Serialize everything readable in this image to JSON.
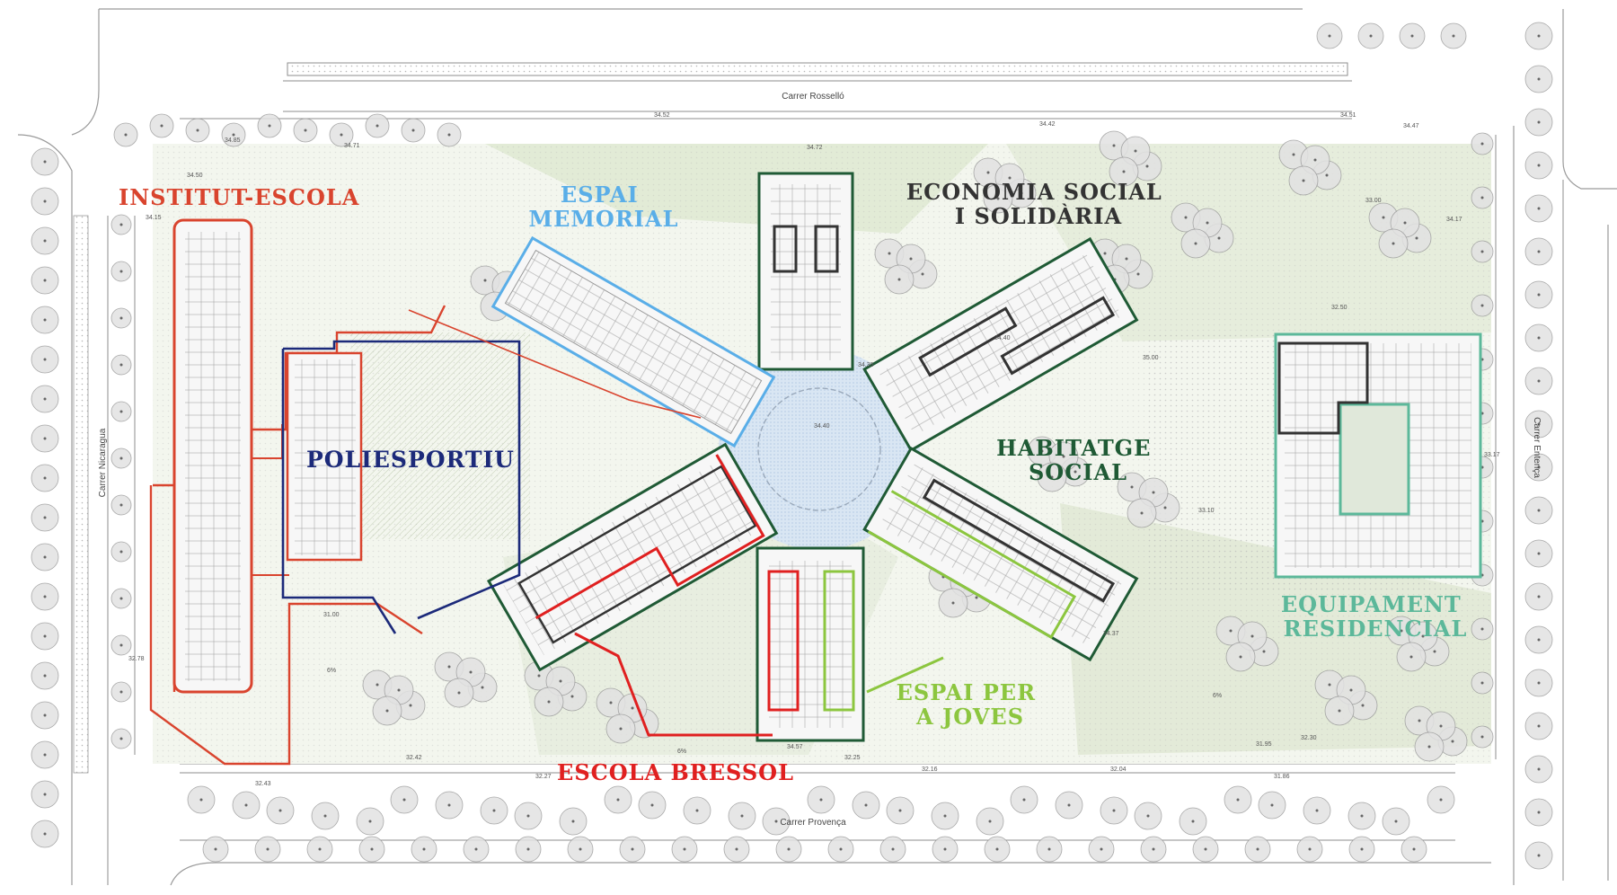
{
  "streets": {
    "north": "Carrer Rosselló",
    "south": "Carrer Provença",
    "west": "Carrer Nicaragua",
    "east": "Carrer Entença"
  },
  "zones": [
    {
      "key": "institut",
      "label_lines": [
        "INSTITUT-ESCOLA"
      ],
      "color": "#d9442e"
    },
    {
      "key": "memorial",
      "label_lines": [
        "ESPAI",
        "MEMORIAL"
      ],
      "color": "#5aaee8"
    },
    {
      "key": "economia",
      "label_lines": [
        "ECONOMIA SOCIAL",
        "I SOLIDÀRIA"
      ],
      "color": "#333333"
    },
    {
      "key": "poliesportiu",
      "label_lines": [
        "POLIESPORTIU"
      ],
      "color": "#1c2a7a"
    },
    {
      "key": "habitatge",
      "label_lines": [
        "HABITATGE",
        "SOCIAL"
      ],
      "color": "#1f5a35"
    },
    {
      "key": "equipament",
      "label_lines": [
        "EQUIPAMENT",
        "RESIDENCIAL"
      ],
      "color": "#5cb89a"
    },
    {
      "key": "joves",
      "label_lines": [
        "ESPAI PER",
        "A JOVES"
      ],
      "color": "#8cc63f"
    },
    {
      "key": "bressol",
      "label_lines": [
        "ESCOLA BRESSOL"
      ],
      "color": "#e02020"
    }
  ],
  "levels": {
    "plaza": "34.40",
    "l1": "34.85",
    "l2": "34.50",
    "l3": "34.15",
    "l4": "34.71",
    "l5": "34.72",
    "l6": "34.42",
    "l7": "34.47",
    "l8": "33.00",
    "l9": "34.17",
    "l10": "34.52",
    "l11": "34.51",
    "l12": "34.57",
    "l13": "32.78",
    "l14": "32.43",
    "l15": "32.42",
    "l16": "32.27",
    "l17": "32.16",
    "l18": "32.04",
    "l19": "31.86",
    "l20": "31.95",
    "l21": "32.30",
    "l22": "32.25",
    "l23": "33.17",
    "l24": "31.00",
    "l25": "32.50",
    "l26": "35.00",
    "l27": "34.39",
    "l28": "34.40",
    "l29": "33.10",
    "l30": "34.37",
    "pct1": "6%",
    "pct2": "6%",
    "pct3": "6%"
  },
  "colors": {
    "tree_fill": "#e2e2e2",
    "tree_stroke": "#9a9a9a",
    "green_area": "#dfe9d3",
    "plaza": "#d9e6f3",
    "building_fill": "#f7f7f7"
  }
}
